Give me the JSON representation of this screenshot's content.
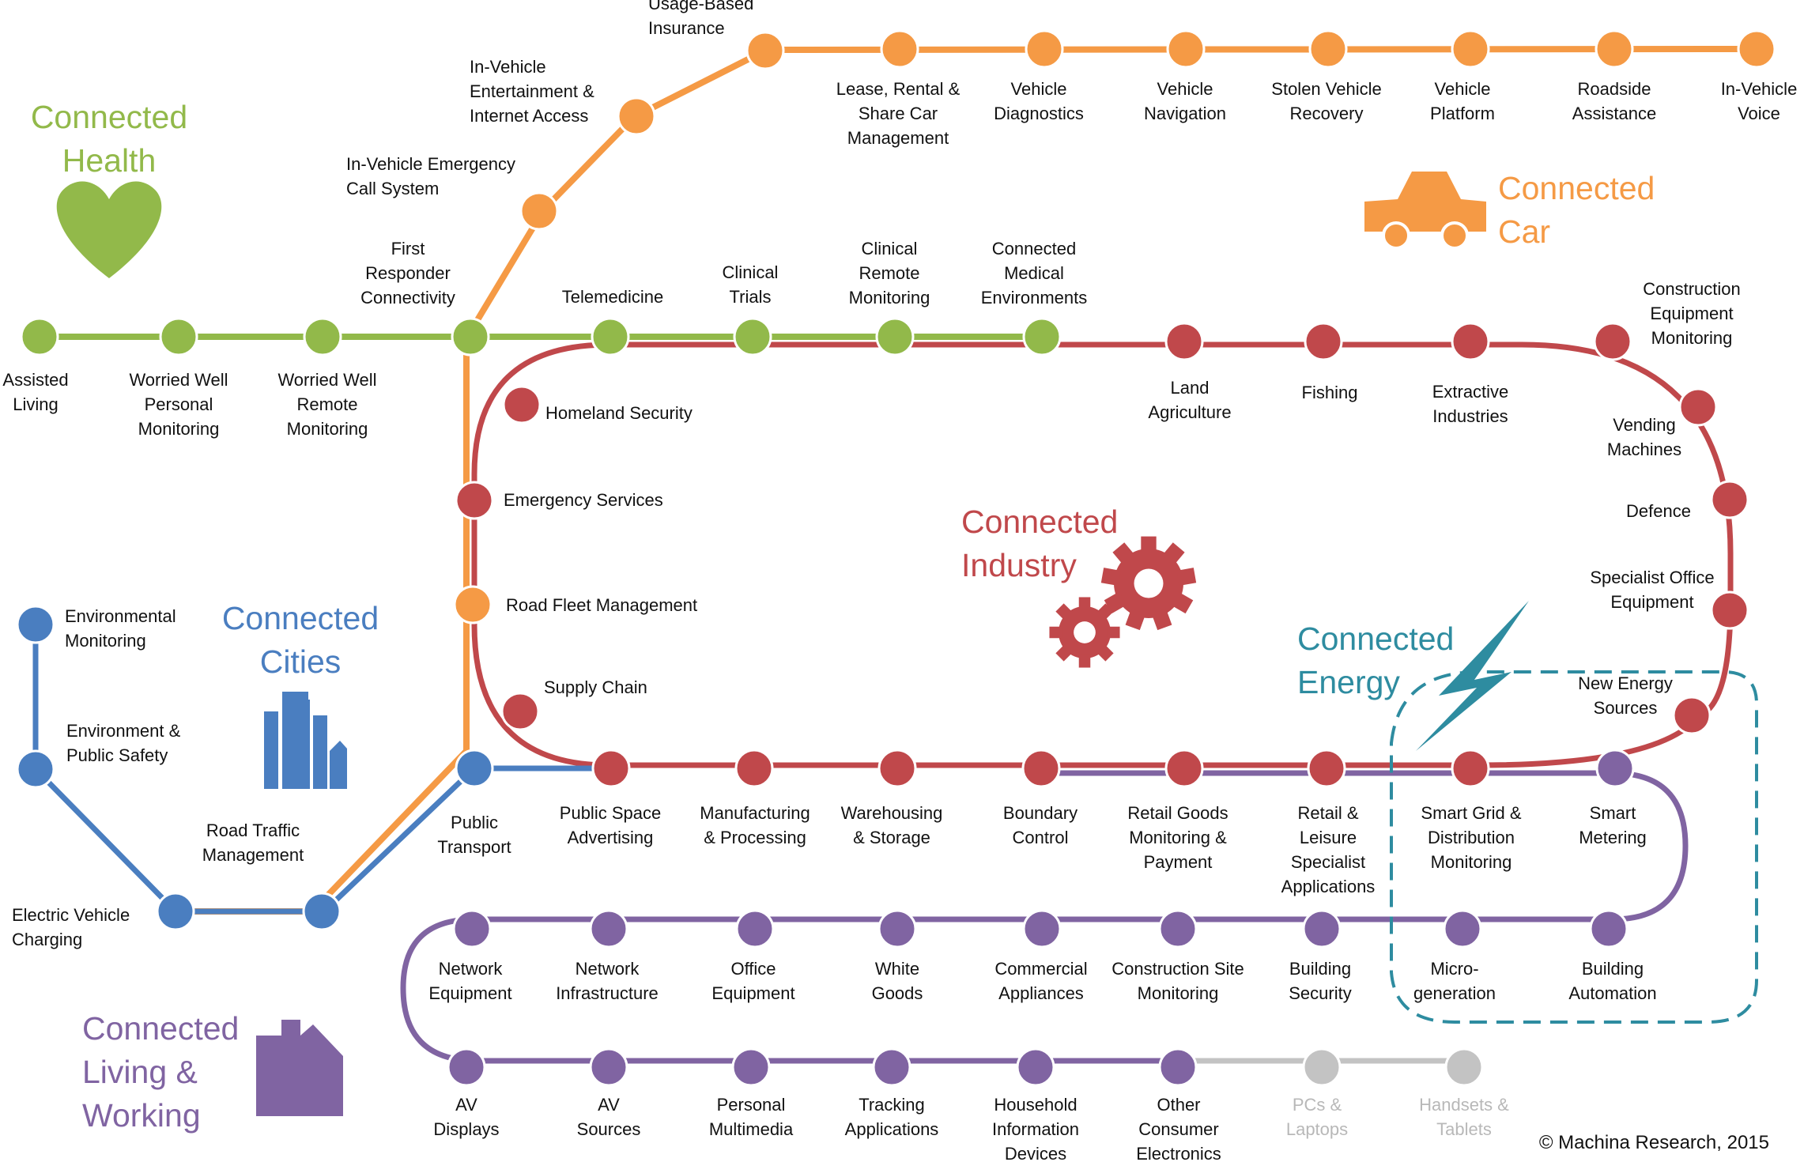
{
  "colors": {
    "health": "#92b94a",
    "car": "#f59a45",
    "industry": "#c0484b",
    "cities": "#4a7ec0",
    "living": "#8064a2",
    "energy": "#2e8ca0",
    "grey": "#c3c3c3"
  },
  "categories": {
    "health": [
      "Connected",
      "Health"
    ],
    "car": [
      "Connected",
      "Car"
    ],
    "industry": [
      "Connected",
      "Industry"
    ],
    "cities": [
      "Connected",
      "Cities"
    ],
    "energy": [
      "Connected",
      "Energy"
    ],
    "living": [
      "Connected",
      "Living &",
      "Working"
    ]
  },
  "icons": {
    "health": "heart-icon",
    "car": "car-icon",
    "industry": "gears-icon",
    "cities": "city-buildings-icon",
    "energy": "lightning-icon",
    "living": "house-icon"
  },
  "stations": {
    "assisted_living": [
      "Assisted",
      "Living"
    ],
    "worried_well_personal": [
      "Worried Well",
      "Personal",
      "Monitoring"
    ],
    "worried_well_remote": [
      "Worried Well",
      "Remote",
      "Monitoring"
    ],
    "first_responder": [
      "First",
      "Responder",
      "Connectivity"
    ],
    "telemedicine": [
      "Telemedicine"
    ],
    "clinical_trials": [
      "Clinical",
      "Trials"
    ],
    "clinical_remote": [
      "Clinical",
      "Remote",
      "Monitoring"
    ],
    "connected_medical": [
      "Connected",
      "Medical",
      "Environments"
    ],
    "emergency_call": [
      "In-Vehicle Emergency",
      "Call System"
    ],
    "infotainment": [
      "In-Vehicle",
      "Entertainment &",
      "Internet Access"
    ],
    "usage_insurance": [
      "Usage-Based",
      "Insurance"
    ],
    "lease_rental": [
      "Lease, Rental &",
      "Share Car",
      "Management"
    ],
    "vehicle_diagnostics": [
      "Vehicle",
      "Diagnostics"
    ],
    "vehicle_navigation": [
      "Vehicle",
      "Navigation"
    ],
    "stolen_vehicle": [
      "Stolen Vehicle",
      "Recovery"
    ],
    "vehicle_platform": [
      "Vehicle",
      "Platform"
    ],
    "roadside": [
      "Roadside",
      "Assistance"
    ],
    "in_vehicle_voice": [
      "In-Vehicle",
      "Voice"
    ],
    "road_fleet": [
      "Road Fleet Management"
    ],
    "homeland_security": [
      "Homeland Security"
    ],
    "emergency_services": [
      "Emergency Services"
    ],
    "supply_chain": [
      "Supply Chain"
    ],
    "land_agriculture": [
      "Land",
      "Agriculture"
    ],
    "fishing": [
      "Fishing"
    ],
    "extractive": [
      "Extractive",
      "Industries"
    ],
    "construction_equipment": [
      "Construction",
      "Equipment",
      "Monitoring"
    ],
    "vending": [
      "Vending",
      "Machines"
    ],
    "defence": [
      "Defence"
    ],
    "specialist_office": [
      "Specialist Office",
      "Equipment"
    ],
    "new_energy": [
      "New Energy",
      "Sources"
    ],
    "public_space_adv": [
      "Public Space",
      "Advertising"
    ],
    "manufacturing": [
      "Manufacturing",
      "& Processing"
    ],
    "warehousing": [
      "Warehousing",
      "& Storage"
    ],
    "boundary_control": [
      "Boundary",
      "Control"
    ],
    "retail_goods": [
      "Retail Goods",
      "Monitoring &",
      "Payment"
    ],
    "retail_leisure": [
      "Retail &",
      "Leisure",
      "Specialist",
      "Applications"
    ],
    "smart_grid": [
      "Smart Grid &",
      "Distribution",
      "Monitoring"
    ],
    "smart_metering": [
      "Smart",
      "Metering"
    ],
    "environmental_monitoring": [
      "Environmental",
      "Monitoring"
    ],
    "environment_safety": [
      "Environment &",
      "Public Safety"
    ],
    "ev_charging": [
      "Electric Vehicle",
      "Charging"
    ],
    "road_traffic": [
      "Road Traffic",
      "Management"
    ],
    "public_transport": [
      "Public",
      "Transport"
    ],
    "network_equipment": [
      "Network",
      "Equipment"
    ],
    "network_infrastructure": [
      "Network",
      "Infrastructure"
    ],
    "office_equipment": [
      "Office",
      "Equipment"
    ],
    "white_goods": [
      "White",
      "Goods"
    ],
    "commercial_appliances": [
      "Commercial",
      "Appliances"
    ],
    "construction_site": [
      "Construction Site",
      "Monitoring"
    ],
    "building_security": [
      "Building",
      "Security"
    ],
    "microgeneration": [
      "Micro-",
      "generation"
    ],
    "building_automation": [
      "Building",
      "Automation"
    ],
    "av_displays": [
      "AV",
      "Displays"
    ],
    "av_sources": [
      "AV",
      "Sources"
    ],
    "personal_multimedia": [
      "Personal",
      "Multimedia"
    ],
    "tracking": [
      "Tracking",
      "Applications"
    ],
    "household_info": [
      "Household",
      "Information",
      "Devices"
    ],
    "other_consumer": [
      "Other",
      "Consumer",
      "Electronics"
    ],
    "pcs_laptops": [
      "PCs &",
      "Laptops"
    ],
    "handsets_tablets": [
      "Handsets &",
      "Tablets"
    ]
  },
  "copyright": "© Machina Research, 2015"
}
